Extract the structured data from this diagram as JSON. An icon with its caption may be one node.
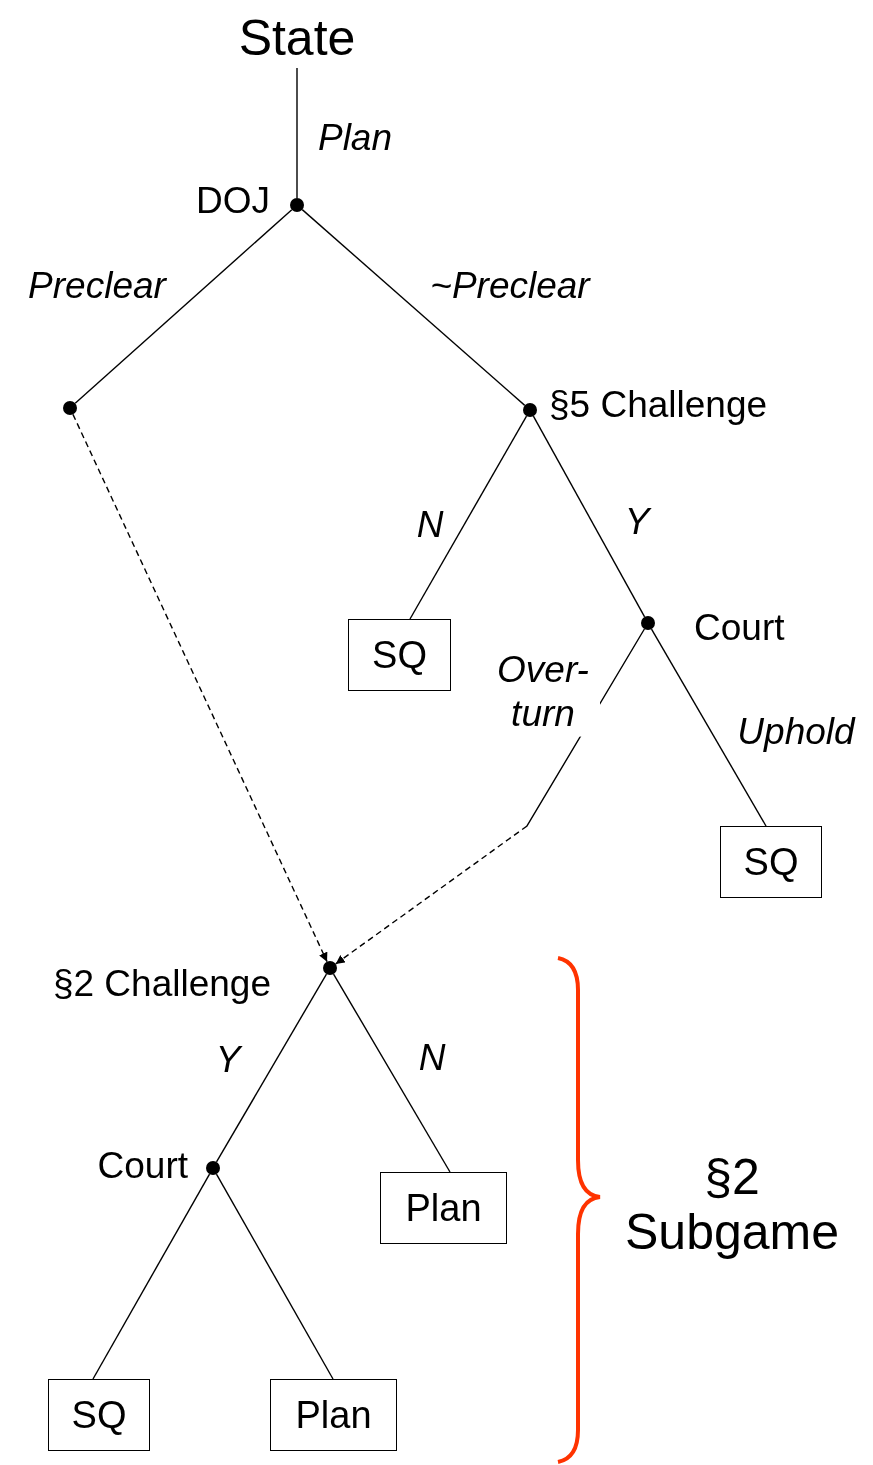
{
  "diagram": {
    "nodes": [
      {
        "text": [
          "State"
        ]
      },
      {
        "text": [],
        "shape": "circle",
        "beside": [
          "DOJ"
        ]
      },
      {
        "text": [],
        "shape": "circle"
      },
      {
        "text": [],
        "shape": "circle",
        "beside": [
          "§5 Challenge"
        ]
      },
      {
        "text": [
          "SQ"
        ]
      },
      {
        "text": [],
        "shape": "circle",
        "beside": [
          "Court"
        ]
      },
      {
        "text": [
          "SQ"
        ]
      },
      {
        "text": [],
        "shape": "circle",
        "beside": [
          "§2 Challenge"
        ]
      },
      {
        "text": [],
        "shape": "circle",
        "beside": [
          "Court"
        ]
      },
      {
        "text": [
          "Plan"
        ]
      },
      {
        "text": [
          "SQ"
        ]
      },
      {
        "text": [
          "Plan"
        ]
      }
    ],
    "edges": [
      {
        "from": 0,
        "to": 1,
        "arrow": "none",
        "label": "Plan"
      },
      {
        "from": 1,
        "to": 2,
        "arrow": "none",
        "label": "Preclear"
      },
      {
        "from": 1,
        "to": 3,
        "arrow": "none",
        "label": "~Preclear"
      },
      {
        "from": 3,
        "to": 4,
        "arrow": "none",
        "label": "N"
      },
      {
        "from": 3,
        "to": 5,
        "arrow": "none",
        "label": "Y"
      },
      {
        "from": 5,
        "to": 6,
        "arrow": "none",
        "label": "Uphold"
      },
      {
        "from": 5,
        "to": 7,
        "arrow": "to",
        "label": "Over- turn",
        "style": "dashed"
      },
      {
        "from": 2,
        "to": 7,
        "arrow": "to",
        "style": "dashed"
      },
      {
        "from": 7,
        "to": 8,
        "arrow": "none",
        "label": "Y"
      },
      {
        "from": 7,
        "to": 9,
        "arrow": "none",
        "label": "N"
      },
      {
        "from": 8,
        "to": 10,
        "arrow": "none"
      },
      {
        "from": 8,
        "to": 11,
        "arrow": "none"
      }
    ],
    "labels": [
      "§2 Subgame"
    ]
  }
}
